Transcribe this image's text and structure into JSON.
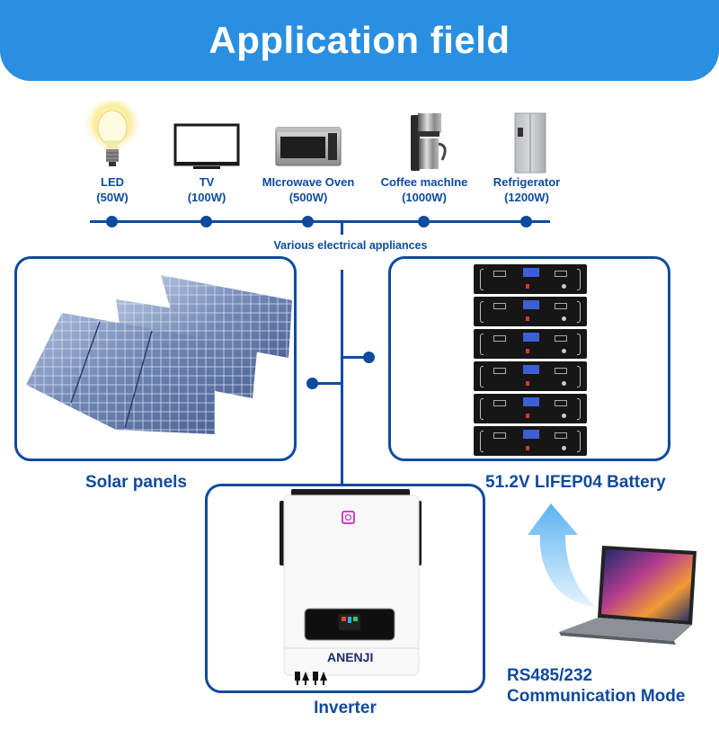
{
  "banner": {
    "title": "Application field"
  },
  "appliances": {
    "items": [
      {
        "name": "LED",
        "power": "(50W)",
        "icon": "light-bulb-icon"
      },
      {
        "name": "TV",
        "power": "(100W)",
        "icon": "tv-icon"
      },
      {
        "name": "MIcrowave Oven",
        "power": "(500W)",
        "icon": "microwave-icon"
      },
      {
        "name": "Coffee machIne",
        "power": "(1000W)",
        "icon": "coffee-machine-icon"
      },
      {
        "name": "Refrigerator",
        "power": "(1200W)",
        "icon": "refrigerator-icon"
      }
    ],
    "bus_label": "Various electrical appliances"
  },
  "components": {
    "solar": {
      "label": "Solar panels"
    },
    "battery": {
      "label": "51.2V LIFEP04 Battery",
      "modules": 6
    },
    "inverter": {
      "label": "Inverter",
      "brand": "ANENJI"
    },
    "communication": {
      "line1": "RS485/232",
      "line2": "Communication Mode"
    }
  },
  "colors": {
    "banner": "#2a8fe0",
    "primary": "#0e4a9e",
    "arrow": "#6ec0f5"
  }
}
